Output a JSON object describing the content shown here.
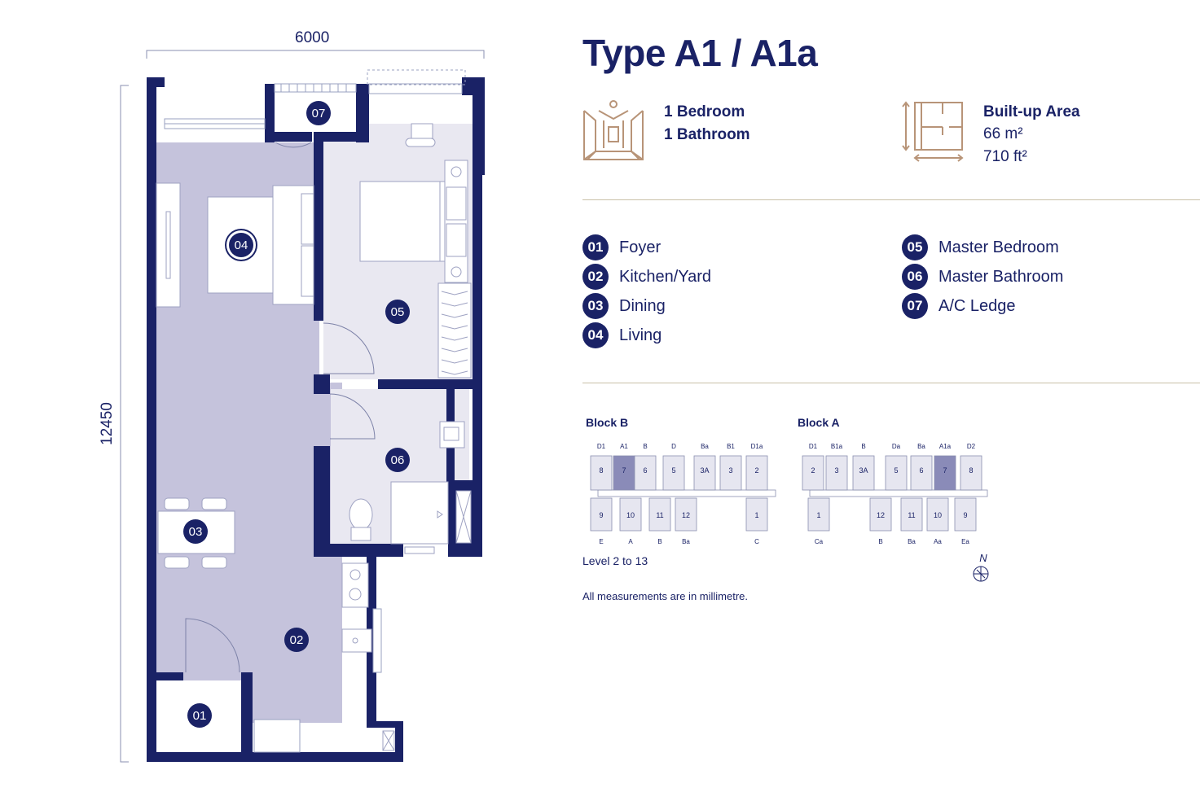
{
  "dimensions": {
    "width_label": "6000",
    "height_label": "12450"
  },
  "room_markers": [
    "07",
    "04",
    "05",
    "06",
    "03",
    "02",
    "01"
  ],
  "title": "Type A1 / A1a",
  "summary": {
    "bedrooms": "1 Bedroom",
    "bathrooms": "1 Bathroom",
    "area_label": "Built-up Area",
    "area_m2": "66 m²",
    "area_ft2": "710 ft²"
  },
  "legend": [
    {
      "num": "01",
      "label": "Foyer"
    },
    {
      "num": "02",
      "label": "Kitchen/Yard"
    },
    {
      "num": "03",
      "label": "Dining"
    },
    {
      "num": "04",
      "label": "Living"
    },
    {
      "num": "05",
      "label": "Master Bedroom"
    },
    {
      "num": "06",
      "label": "Master Bathroom"
    },
    {
      "num": "07",
      "label": "A/C Ledge"
    }
  ],
  "key_plan": {
    "block_b": {
      "title": "Block B",
      "top_labels": [
        "D1",
        "A1",
        "B",
        "D",
        "Ba",
        "B1",
        "D1a"
      ],
      "top_units": [
        "8",
        "7",
        "6",
        "5",
        "3A",
        "3",
        "2"
      ],
      "bottom_units": [
        "9",
        "10",
        "11",
        "12",
        "1"
      ],
      "bottom_labels": [
        "E",
        "A",
        "B",
        "Ba",
        "C"
      ],
      "highlight": "7"
    },
    "block_a": {
      "title": "Block A",
      "top_labels": [
        "D1",
        "B1a",
        "B",
        "Da",
        "Ba",
        "A1a",
        "D2"
      ],
      "top_units": [
        "2",
        "3",
        "3A",
        "5",
        "6",
        "7",
        "8"
      ],
      "bottom_units": [
        "1",
        "12",
        "11",
        "10",
        "9"
      ],
      "bottom_labels": [
        "Ca",
        "B",
        "Ba",
        "Aa",
        "Ea"
      ],
      "highlight": "7"
    },
    "level": "Level 2 to 13",
    "north": "N"
  },
  "note": "All measurements are in millimetre.",
  "colors": {
    "navy": "#1a2266",
    "room_fill": "#c5c3dc",
    "light_fill": "#e9e8f1",
    "accent": "#b89478"
  }
}
